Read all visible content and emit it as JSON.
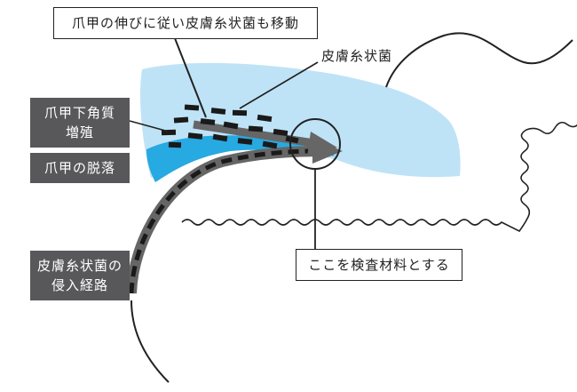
{
  "labels": {
    "nail_growth": "爪甲の伸びに従い皮膚糸状菌も移動",
    "dermatophyte": "皮膚糸状菌",
    "subungual_hyperkeratosis_line1": "爪甲下角質",
    "subungual_hyperkeratosis_line2": "増殖",
    "onycholysis": "爪甲の脱落",
    "invasion_route_line1": "皮膚糸状菌の",
    "invasion_route_line2": "侵入経路",
    "specimen_site": "ここを検査材料とする"
  },
  "colors": {
    "nail_plate": "#bfe3f6",
    "detached_area": "#27a9e1",
    "label_box": "#58585a",
    "arrow": "#666666",
    "fungus": "#1a1a1a",
    "outline": "#222222"
  }
}
